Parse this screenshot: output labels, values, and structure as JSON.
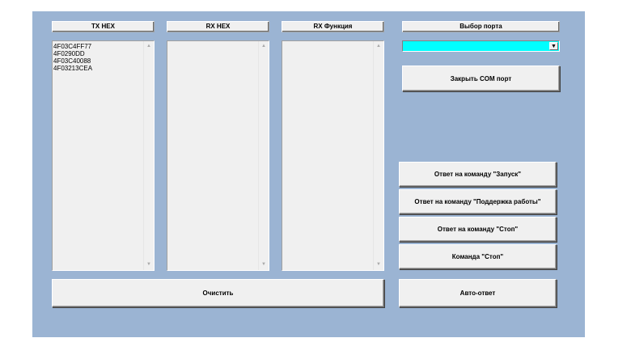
{
  "columns": [
    {
      "label": "TX HEX",
      "items": [
        "4F03C4FF77",
        "4F0290DD",
        "4F03C40088",
        "4F03213CEA"
      ]
    },
    {
      "label": "RX HEX",
      "items": []
    },
    {
      "label": "RX Функция",
      "items": []
    }
  ],
  "port": {
    "label": "Выбор порта",
    "selected": "",
    "close_button": "Закрыть COM порт",
    "combo_color": "#00ffff"
  },
  "buttons": {
    "reply_start": "Ответ на команду \"Запуск\"",
    "reply_support": "Ответ на команду \"Поддержка работы\"",
    "reply_stop": "Ответ на команду \"Стоп\"",
    "cmd_stop": "Команда \"Стоп\"",
    "clear": "Очистить",
    "auto_reply": "Авто-ответ"
  }
}
